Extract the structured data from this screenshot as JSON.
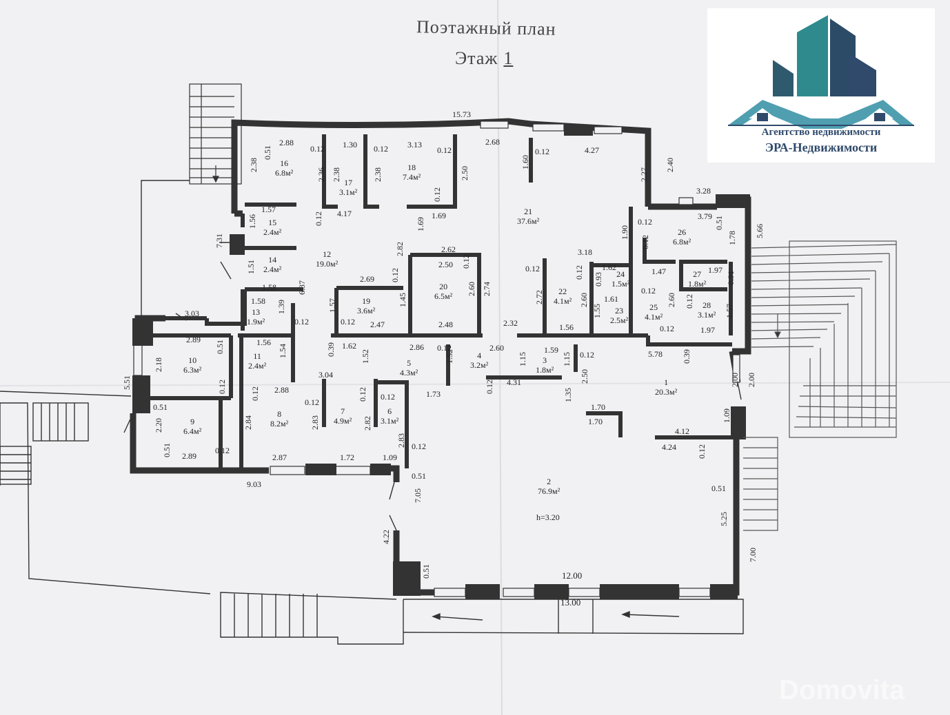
{
  "plan": {
    "title": "Поэтажный план",
    "floor_label": "Этаж",
    "floor_number": "1",
    "height_note": "h=3.20"
  },
  "logo": {
    "line1": "Агентство недвижимости",
    "line2": "ЭРА-Недвижимости",
    "colors": {
      "dark": "#2f4a6b",
      "teal": "#3a8c8f",
      "light": "#4f9fb0"
    }
  },
  "watermark": "Domovita",
  "rooms": [
    {
      "id": "room-1",
      "num": "1",
      "area": "20.3м²"
    },
    {
      "id": "room-2",
      "num": "2",
      "area": "76.9м²"
    },
    {
      "id": "room-3",
      "num": "3",
      "area": "1.8м²"
    },
    {
      "id": "room-4",
      "num": "4",
      "area": "3.2м²"
    },
    {
      "id": "room-5",
      "num": "5",
      "area": "4.3м²"
    },
    {
      "id": "room-6",
      "num": "6",
      "area": "3.1м²"
    },
    {
      "id": "room-7",
      "num": "7",
      "area": "4.9м²"
    },
    {
      "id": "room-8",
      "num": "8",
      "area": "8.2м²"
    },
    {
      "id": "room-9",
      "num": "9",
      "area": "6.4м²"
    },
    {
      "id": "room-10",
      "num": "10",
      "area": "6.3м²"
    },
    {
      "id": "room-11",
      "num": "11",
      "area": "2.4м²"
    },
    {
      "id": "room-12",
      "num": "12",
      "area": "19.0м²"
    },
    {
      "id": "room-13",
      "num": "13",
      "area": "1.9м²"
    },
    {
      "id": "room-14",
      "num": "14",
      "area": "2.4м²"
    },
    {
      "id": "room-15",
      "num": "15",
      "area": "2.4м²"
    },
    {
      "id": "room-16",
      "num": "16",
      "area": "6.8м²"
    },
    {
      "id": "room-17",
      "num": "17",
      "area": "3.1м²"
    },
    {
      "id": "room-18",
      "num": "18",
      "area": "7.4м²"
    },
    {
      "id": "room-19",
      "num": "19",
      "area": "3.6м²"
    },
    {
      "id": "room-20",
      "num": "20",
      "area": "6.5м²"
    },
    {
      "id": "room-21",
      "num": "21",
      "area": "37.6м²"
    },
    {
      "id": "room-22",
      "num": "22",
      "area": "4.1м²"
    },
    {
      "id": "room-23",
      "num": "23",
      "area": "2.5м²"
    },
    {
      "id": "room-24",
      "num": "24",
      "area": "1.5м²"
    },
    {
      "id": "room-25",
      "num": "25",
      "area": "4.1м²"
    },
    {
      "id": "room-26",
      "num": "26",
      "area": "6.8м²"
    },
    {
      "id": "room-27",
      "num": "27",
      "area": "1.8м²"
    },
    {
      "id": "room-28",
      "num": "28",
      "area": "3.1м²"
    }
  ],
  "dimensions": [
    "15.73",
    "2.88",
    "0.51",
    "0.12",
    "1.30",
    "0.12",
    "3.13",
    "0.12",
    "2.68",
    "1.60",
    "0.12",
    "4.27",
    "2.38",
    "2.36",
    "2.38",
    "2.38",
    "2.50",
    "2.27",
    "2.40",
    "3.28",
    "1.57",
    "0.12",
    "4.17",
    "0.12",
    "1.69",
    "1.56",
    "1.69",
    "0.12",
    "3.79",
    "0.51",
    "1.78",
    "5.66",
    "7.31",
    "2.82",
    "2.62",
    "1.90",
    "0.12",
    "3.18",
    "2.50",
    "0.12",
    "1.62",
    "1.47",
    "1.97",
    "1.51",
    "2.69",
    "0.12",
    "1.58",
    "6.37",
    "0.12",
    "2.72",
    "0.12",
    "0.93",
    "0.12",
    "0.91",
    "1.58",
    "1.57",
    "2.60",
    "2.74",
    "2.60",
    "1.61",
    "2.60",
    "1.39",
    "1.45",
    "1.55",
    "0.12",
    "1.57",
    "3.03",
    "0.12",
    "0.12",
    "2.47",
    "2.48",
    "2.32",
    "1.56",
    "0.12",
    "1.97",
    "2.89",
    "0.51",
    "1.56",
    "1.54",
    "0.39",
    "1.62",
    "2.86",
    "0.12",
    "2.60",
    "1.59",
    "0.12",
    "5.78",
    "0.39",
    "2.18",
    "1.52",
    "1.52",
    "1.15",
    "1.15",
    "2.00",
    "2.00",
    "5.51",
    "0.12",
    "0.12",
    "3.04",
    "0.12",
    "4.31",
    "2.50",
    "1.73",
    "0.12",
    "2.88",
    "0.12",
    "1.35",
    "1.70",
    "0.51",
    "2.84",
    "2.83",
    "0.12",
    "2.82",
    "2.83",
    "1.70",
    "1.09",
    "2.20",
    "4.12",
    "4.24",
    "0.12",
    "0.51",
    "2.89",
    "0.12",
    "2.87",
    "1.72",
    "1.09",
    "0.12",
    "0.51",
    "9.03",
    "7.05",
    "0.51",
    "5.25",
    "4.22",
    "7.00",
    "0.51",
    "12.00",
    "13.00"
  ]
}
